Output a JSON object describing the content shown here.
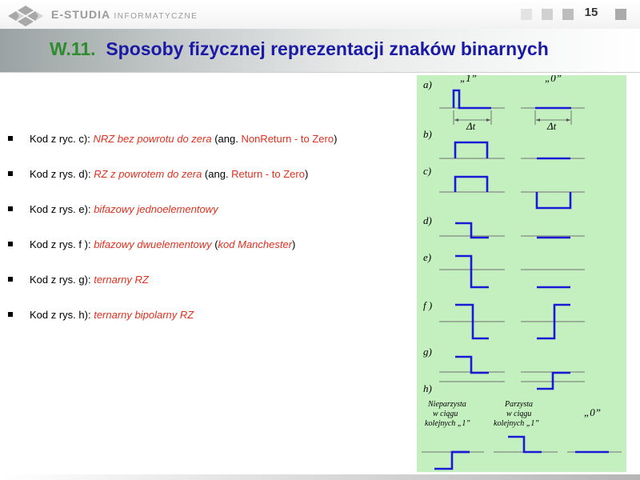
{
  "header": {
    "logo_text_main": "E-STUDIA",
    "logo_text_small": "INFORMATYCZNE",
    "page_number": "15",
    "square_colors": [
      "#e3e3e3",
      "#d0d0d0",
      "#bdbdbd",
      "#aaaaaa"
    ]
  },
  "title": {
    "number": "W.11.",
    "text": "Sposoby fizycznej reprezentacji znaków binarnych"
  },
  "bullets": [
    {
      "prefix": "Kod z ryc. c): ",
      "highlight": "NRZ bez powrotu do zera",
      "mid": " (ang. ",
      "highlight2": "NonReturn - to Zero",
      "suffix": ")"
    },
    {
      "prefix": "Kod z rys. d): ",
      "highlight": "RZ z powrotem do zera",
      "mid": " (ang. ",
      "highlight2": "Return - to Zero",
      "suffix": ")"
    },
    {
      "prefix": "Kod z rys. e): ",
      "highlight": "bifazowy jednoelementowy",
      "mid": "",
      "highlight2": "",
      "suffix": ""
    },
    {
      "prefix": "Kod z rys. f ): ",
      "highlight": "bifazowy dwuelementowy",
      "mid": " (",
      "highlight2": "kod Manchester",
      "suffix": ")"
    },
    {
      "prefix": "Kod z rys. g): ",
      "highlight": "ternarny RZ",
      "mid": "",
      "highlight2": "",
      "suffix": ""
    },
    {
      "prefix": "Kod z rys. h): ",
      "highlight": "ternarny bipolarny RZ",
      "mid": "",
      "highlight2": "",
      "suffix": ""
    }
  ],
  "diagram": {
    "background": "#c4f0c0",
    "signal_color": "#1a1ad6",
    "row_labels": [
      "a)",
      "b)",
      "c)",
      "d)",
      "e)",
      "f )",
      "g)",
      "h)"
    ],
    "col_one": "„1”",
    "col_zero": "„0”",
    "delta_t": "Δt",
    "bottom_zero": "„0”",
    "caption_odd": [
      "Nieparzysta",
      "w ciągu",
      "kolejnych „1”"
    ],
    "caption_even": [
      "Parzysta",
      "w ciągu",
      "kolejnych „1”"
    ]
  }
}
